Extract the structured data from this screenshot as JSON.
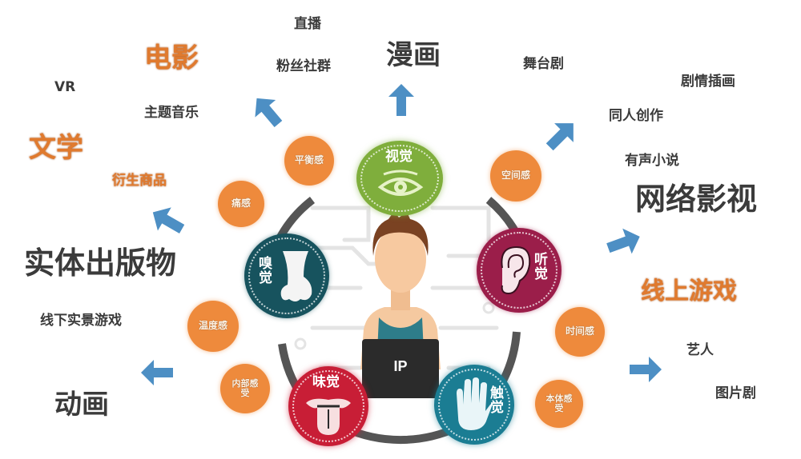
{
  "center": {
    "label": "IP",
    "figure": "person-with-laptop"
  },
  "colors": {
    "orange_text": "#e07a2e",
    "gray_text": "#3b3b3b",
    "arrow_blue": "#4d8fc4",
    "orange_orb": "#ee8a3c",
    "sight_green": "#7fae3c",
    "smell_teal": "#17535e",
    "hearing_maroon": "#9b1e4a",
    "taste_red": "#c81e36",
    "touch_blue": "#1b7d93",
    "ring_gray": "#555555"
  },
  "senses": [
    {
      "id": "sight",
      "label": "视觉",
      "icon": "eye-icon"
    },
    {
      "id": "smell",
      "label": "嗅觉",
      "icon": "nose-icon"
    },
    {
      "id": "hearing",
      "label": "听觉",
      "icon": "ear-icon"
    },
    {
      "id": "taste",
      "label": "味觉",
      "icon": "tongue-icon"
    },
    {
      "id": "touch",
      "label": "触觉",
      "icon": "hand-icon"
    }
  ],
  "sub_senses": [
    {
      "label": "平衡感"
    },
    {
      "label": "痛感"
    },
    {
      "label": "空间感"
    },
    {
      "label": "温度感"
    },
    {
      "label": "内部感受"
    },
    {
      "label": "时间感"
    },
    {
      "label": "本体感受"
    }
  ],
  "outputs": {
    "top_left": {
      "primary": "电影",
      "items": [
        "直播",
        "粉丝社群",
        "VR",
        "主题音乐"
      ]
    },
    "top": {
      "primary": "漫画"
    },
    "left": {
      "primary_orange": "文学",
      "items": [
        "衍生商品"
      ],
      "primary_gray": "实体出版物",
      "items_below": [
        "线下实景游戏"
      ]
    },
    "bottom_left": {
      "primary": "动画"
    },
    "top_right": {
      "items": [
        "舞台剧",
        "剧情插画",
        "同人创作",
        "有声小说"
      ],
      "primary": "网络影视"
    },
    "right": {
      "primary": "线上游戏"
    },
    "bottom_right": {
      "items": [
        "艺人",
        "图片剧"
      ]
    }
  }
}
